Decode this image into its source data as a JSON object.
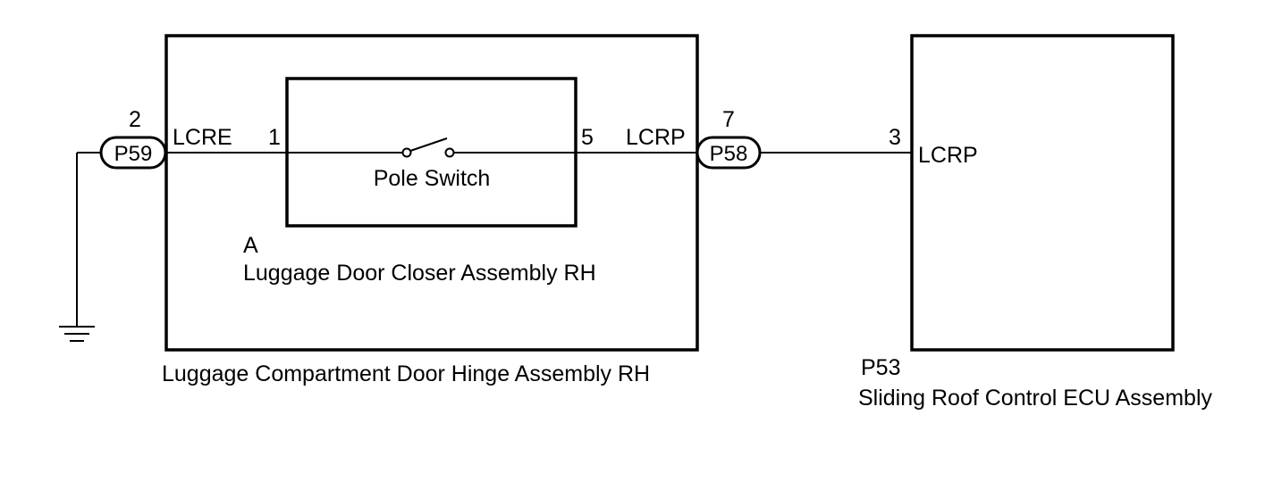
{
  "left_connector": {
    "pin": "2",
    "id": "P59"
  },
  "left_signal": "LCRE",
  "switch_box": {
    "pin_left": "1",
    "pin_right": "5",
    "label": "Pole Switch"
  },
  "closer_assembly": {
    "code": "A",
    "name": "Luggage Door Closer Assembly RH"
  },
  "hinge_assembly": {
    "name": "Luggage Compartment Door Hinge Assembly RH"
  },
  "right_signal": "LCRP",
  "right_connector": {
    "pin": "7",
    "id": "P58"
  },
  "ecu": {
    "pin": "3",
    "signal": "LCRP",
    "code": "P53",
    "name": "Sliding Roof Control ECU Assembly"
  }
}
